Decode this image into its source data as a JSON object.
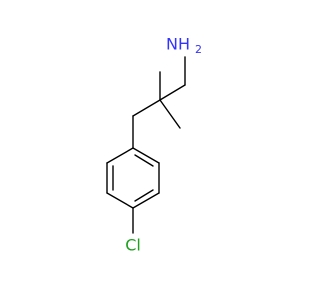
{
  "molecule": {
    "atoms": {
      "amine": "NH",
      "amine_h2": "2",
      "chlorine": "Cl"
    },
    "colors": {
      "nitrogen": "#3333ff",
      "chlorine": "#1fa01f",
      "bond": "#000000",
      "background": "#ffffff"
    }
  }
}
